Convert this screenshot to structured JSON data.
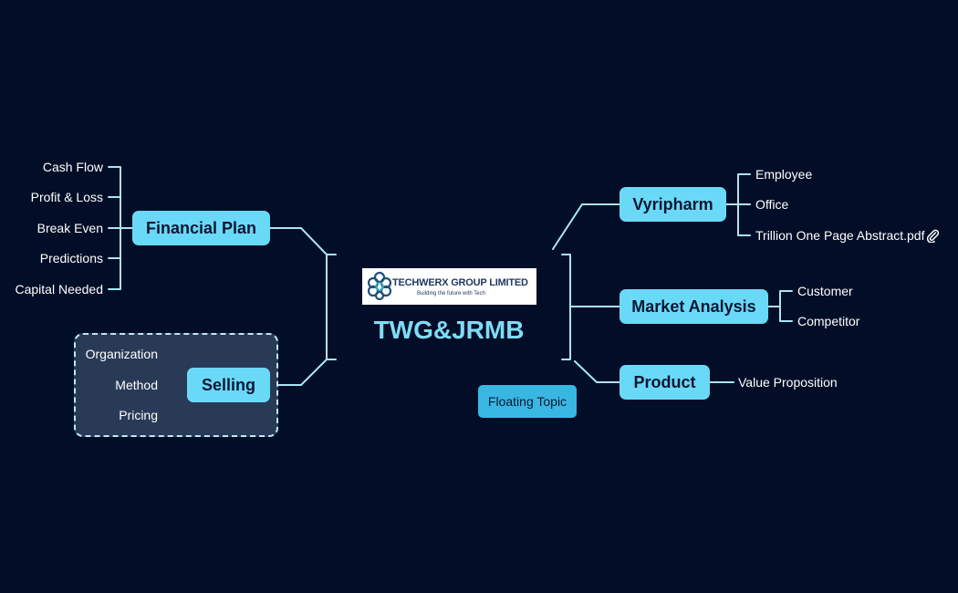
{
  "colors": {
    "background": "#020e27",
    "topic_fill": "#6ad9f8",
    "topic_text": "#0a1733",
    "connector": "#a9e6f6",
    "floating_fill": "#39b7e3",
    "boundary_fill": "#293a56",
    "central_title": "#7fdcf6"
  },
  "central": {
    "logo_name": "TECHWERX GROUP LIMITED",
    "logo_tagline": "Building the future with Tech",
    "title": "TWG&JRMB"
  },
  "left": {
    "financial_plan": {
      "label": "Financial Plan",
      "children": [
        "Cash Flow",
        "Profit & Loss",
        "Break Even",
        "Predictions",
        "Capital Needed"
      ]
    },
    "selling": {
      "label": "Selling",
      "children": [
        "Organization",
        "Method",
        "Pricing"
      ]
    }
  },
  "right": {
    "vyripharm": {
      "label": "Vyripharm",
      "children": [
        "Employee",
        "Office",
        "Trillion One Page Abstract.pdf"
      ],
      "attachment_icon": "paperclip-icon"
    },
    "market_analysis": {
      "label": "Market Analysis",
      "children": [
        "Customer",
        "Competitor"
      ]
    },
    "product": {
      "label": "Product",
      "children": [
        "Value Proposition"
      ]
    }
  },
  "floating_topic": {
    "label": "Floating Topic"
  }
}
